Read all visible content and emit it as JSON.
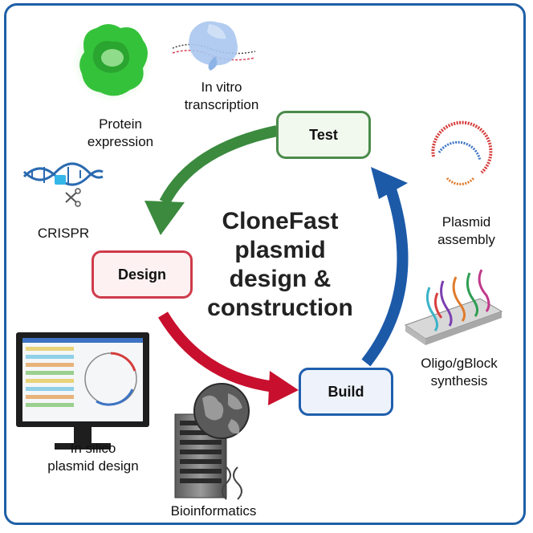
{
  "diagram": {
    "title_lines": [
      "CloneFast",
      "plasmid",
      "design &",
      "construction"
    ],
    "nodes": {
      "test": "Test",
      "design": "Design",
      "build": "Build"
    },
    "labels": {
      "protein_expression": [
        "Protein",
        "expression"
      ],
      "in_vitro_transcription": [
        "In vitro",
        "transcription"
      ],
      "crispr": "CRISPR",
      "plasmid_assembly": [
        "Plasmid",
        "assembly"
      ],
      "oligo_synthesis": [
        "Oligo/gBlock",
        "synthesis"
      ],
      "in_silico_design": [
        "In silico",
        "plasmid design"
      ],
      "bioinformatics": "Bioinformatics"
    },
    "colors": {
      "frame": "#1d5fa6",
      "test": "#4a8b4a",
      "design": "#cf3b4a",
      "build": "#1f5fae",
      "arrow_test_design": "#3b8a3e",
      "arrow_design_build": "#c8102e",
      "arrow_build_test": "#1c5aa8"
    }
  }
}
